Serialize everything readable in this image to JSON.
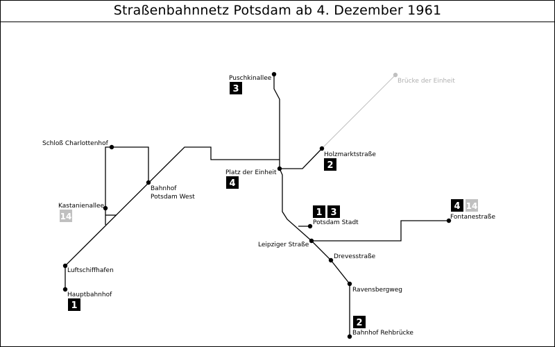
{
  "title": "Straßenbahnnetz Potsdam ab 4. Dezember 1961",
  "colors": {
    "line": "#000000",
    "inactive": "#c0c0c0",
    "badge_bg": "#000000",
    "badge_text": "#ffffff",
    "badge_inactive_bg": "#c0c0c0"
  },
  "stations": [
    {
      "id": "puschkinallee",
      "label": "Puschkinallee"
    },
    {
      "id": "bruecke",
      "label": "Brücke der Einheit"
    },
    {
      "id": "holzmarkt",
      "label": "Holzmarktstraße"
    },
    {
      "id": "platz",
      "label": "Platz der Einheit"
    },
    {
      "id": "schloss",
      "label": "Schloß Charlottenhof"
    },
    {
      "id": "bhfwest",
      "label": "Bahnhof",
      "label2": "Potsdam West"
    },
    {
      "id": "kastanien",
      "label": "Kastanienallee"
    },
    {
      "id": "potsdamstadt",
      "label": "Potsdam Stadt"
    },
    {
      "id": "leipziger",
      "label": "Leipziger Straße"
    },
    {
      "id": "fontane",
      "label": "Fontanestraße"
    },
    {
      "id": "dreves",
      "label": "Drevesstraße"
    },
    {
      "id": "luftschiff",
      "label": "Luftschiffhafen"
    },
    {
      "id": "hbf",
      "label": "Hauptbahnhof"
    },
    {
      "id": "ravensberg",
      "label": "Ravensbergweg"
    },
    {
      "id": "rehbruecke",
      "label": "Bahnhof Rehbrücke"
    }
  ],
  "badges": [
    {
      "id": "b-puschkin-3",
      "text": "3",
      "inactive": false
    },
    {
      "id": "b-holzmarkt-2",
      "text": "2",
      "inactive": false
    },
    {
      "id": "b-platz-4",
      "text": "4",
      "inactive": false
    },
    {
      "id": "b-kastanien-14",
      "text": "14",
      "inactive": true
    },
    {
      "id": "b-stadt-1",
      "text": "1",
      "inactive": false
    },
    {
      "id": "b-stadt-3",
      "text": "3",
      "inactive": false
    },
    {
      "id": "b-fontane-4",
      "text": "4",
      "inactive": false
    },
    {
      "id": "b-fontane-14",
      "text": "14",
      "inactive": true
    },
    {
      "id": "b-hbf-1",
      "text": "1",
      "inactive": false
    },
    {
      "id": "b-rehbruecke-2",
      "text": "2",
      "inactive": false
    }
  ]
}
